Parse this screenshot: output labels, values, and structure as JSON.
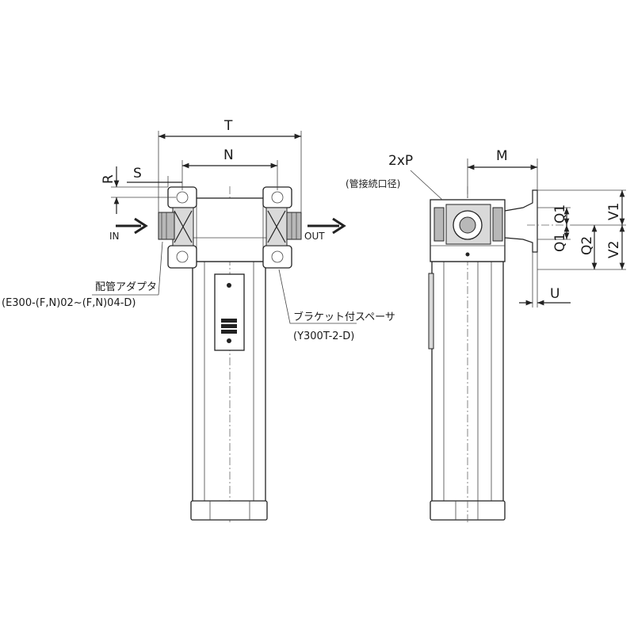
{
  "dimensions": {
    "T": "T",
    "N": "N",
    "R": "R",
    "S": "S",
    "M": "M",
    "P": "2xP",
    "V1": "V1",
    "V2": "V2",
    "Q1_upper": "Q1",
    "Q1_lower": "Q1",
    "Q2": "Q2",
    "U": "U"
  },
  "labels": {
    "in": "IN",
    "out": "OUT",
    "pipe_adapter": "配管アダプタ",
    "pipe_adapter_model": "(E300-(F,N)02~(F,N)04-D)",
    "bracket_spacer": "ブラケット付スペーサ",
    "bracket_spacer_model": "(Y300T-2-D)",
    "port_size": "(管接続口径)"
  },
  "colors": {
    "line": "#222222",
    "shade": "#d9d9d9",
    "dark_shade": "#b8b8b8"
  }
}
